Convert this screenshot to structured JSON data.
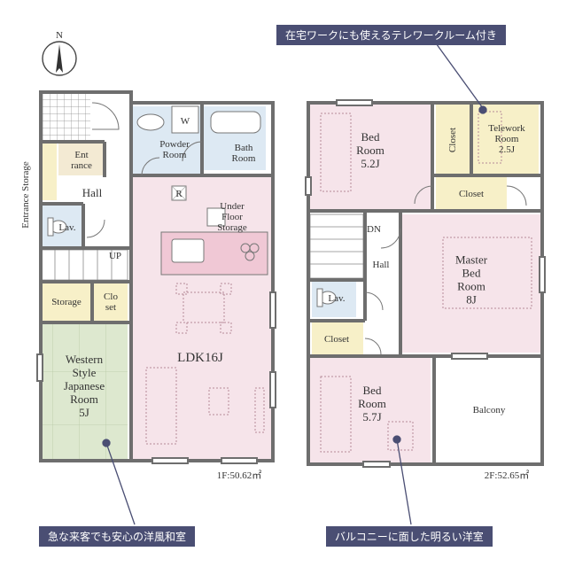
{
  "compass": {
    "north": "N"
  },
  "floor1": {
    "area": "1F:50.62㎡",
    "rooms": {
      "entrance_storage": "Entrance Storage",
      "entrance": "Ent rance",
      "powder_room": "Powder Room",
      "bath_room": "Bath Room",
      "hall": "Hall",
      "lav": "Lav.",
      "up": "UP",
      "r_mark": "R",
      "w_mark": "W",
      "under_floor_storage": "Under Floor Storage",
      "storage": "Storage",
      "closet": "Clo set",
      "japanese_room": "Western Style Japanese Room 5J",
      "ldk": "LDK16J"
    }
  },
  "floor2": {
    "area": "2F:52.65㎡",
    "rooms": {
      "bed1": "Bed Room 5.2J",
      "closet_a": "Closet",
      "telework": "Telework Room 2.5J",
      "closet_b": "Closet",
      "dn": "DN",
      "hall": "Hall",
      "master": "Master Bed Room 8J",
      "lav": "Lav.",
      "closet_c": "Closet",
      "bed2": "Bed Room 5.7J",
      "balcony": "Balcony"
    }
  },
  "callouts": {
    "telework": "在宅ワークにも使えるテレワークルーム付き",
    "japanese": "急な来客でも安心の洋風和室",
    "balcony": "バルコニーに面した明るい洋室"
  },
  "colors": {
    "wall": "#6e6e6e",
    "ldk_fill": "#f6e4ea",
    "bath_fill": "#dde9f3",
    "storage_fill": "#f7f0c8",
    "japanese_fill": "#dde8cf",
    "hall_fill": "#ffffff",
    "callout_bg": "#4a4e73"
  }
}
